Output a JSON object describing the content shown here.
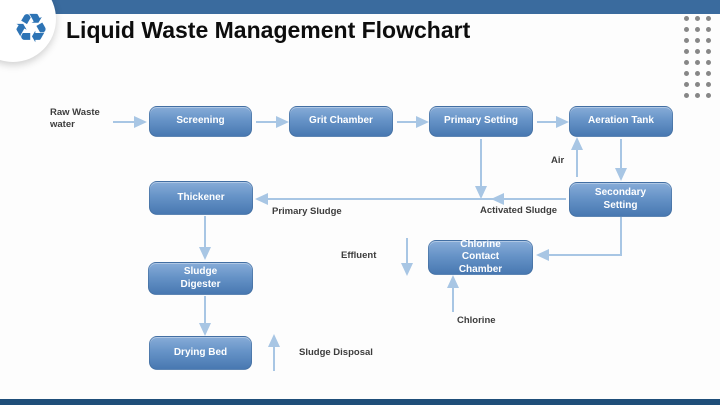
{
  "header": {
    "title": "Liquid Waste Management Flowchart",
    "recycle_icon": "♻",
    "bar_color": "#3a6b9e",
    "footer_bar_color": "#1f4e79",
    "icon_color": "#2e74b5"
  },
  "decor": {
    "dots_rows": 8,
    "dots_cols": 3,
    "dot_color": "#878787"
  },
  "flowchart": {
    "nodes": {
      "screening": {
        "label": "Screening"
      },
      "grit_chamber": {
        "label": "Grit Chamber"
      },
      "primary_setting": {
        "label": "Primary Setting"
      },
      "aeration_tank": {
        "label": "Aeration Tank"
      },
      "secondary_setting": {
        "label": "Secondary Setting"
      },
      "thickener": {
        "label": "Thickener"
      },
      "chlorine_contact_chamber": {
        "label": "Chlorine Contact Chamber"
      },
      "sludge_digester": {
        "label": "Sludge Digester"
      },
      "drying_bed": {
        "label": "Drying Bed"
      }
    },
    "labels": {
      "raw_waste": "Raw Waste water",
      "air": "Air",
      "primary_sludge": "Primary Sludge",
      "activated_sludge": "Activated Sludge",
      "effluent": "Effluent",
      "chlorine": "Chlorine",
      "sludge_disposal": "Sludge Disposal"
    },
    "colors": {
      "node_gradient_top": "#87acd8",
      "node_gradient_bottom": "#4878b1",
      "node_text": "#ffffff",
      "arrow": "#a8c6e4",
      "label_text": "#3d3d3d"
    }
  }
}
